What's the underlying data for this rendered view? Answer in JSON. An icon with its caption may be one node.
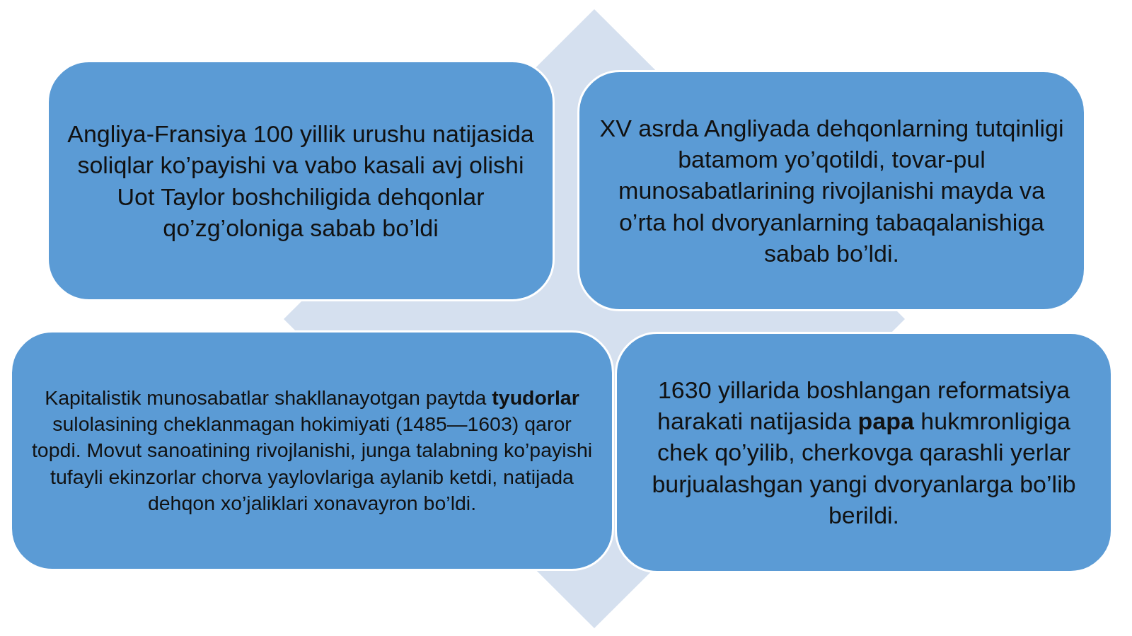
{
  "diagram": {
    "nodes": [
      {
        "text": [
          "Angliya-Fransiya 100 yillik urushu natijasida soliqlar ko’payishi va vabo kasali avj olishi Uot Taylor boshchiligida dehqonlar qo’zg’oloniga sabab bo’ldi"
        ]
      },
      {
        "text": [
          "XV asrda Angliyada dehqonlarning tutqinligi batamom yo’qotildi, tovar-pul munosabatlarining rivojlanishi mayda va o’rta hol dvoryanlarning tabaqalanishiga sabab bo’ldi."
        ]
      },
      {
        "text": [
          "Kapitalistik munosabatlar shakllanayotgan paytda **tyudorlar** sulolasining cheklanmagan hokimiyati (1485—1603) qaror topdi. Movut sanoatining rivojlanishi, junga talabning ko’payishi tufayli ekinzorlar chorva yaylovlariga aylanib ketdi, natijada dehqon xo’jaliklari xonavayron bo’ldi."
        ]
      },
      {
        "text": [
          "1630 yillarida boshlangan reformatsiya harakati natijasida **papa** hukmronligiga chek qo’yilib, cherkovga qarashli yerlar burjualashgan yangi dvoryanlarga bo’lib berildi."
        ]
      }
    ]
  }
}
